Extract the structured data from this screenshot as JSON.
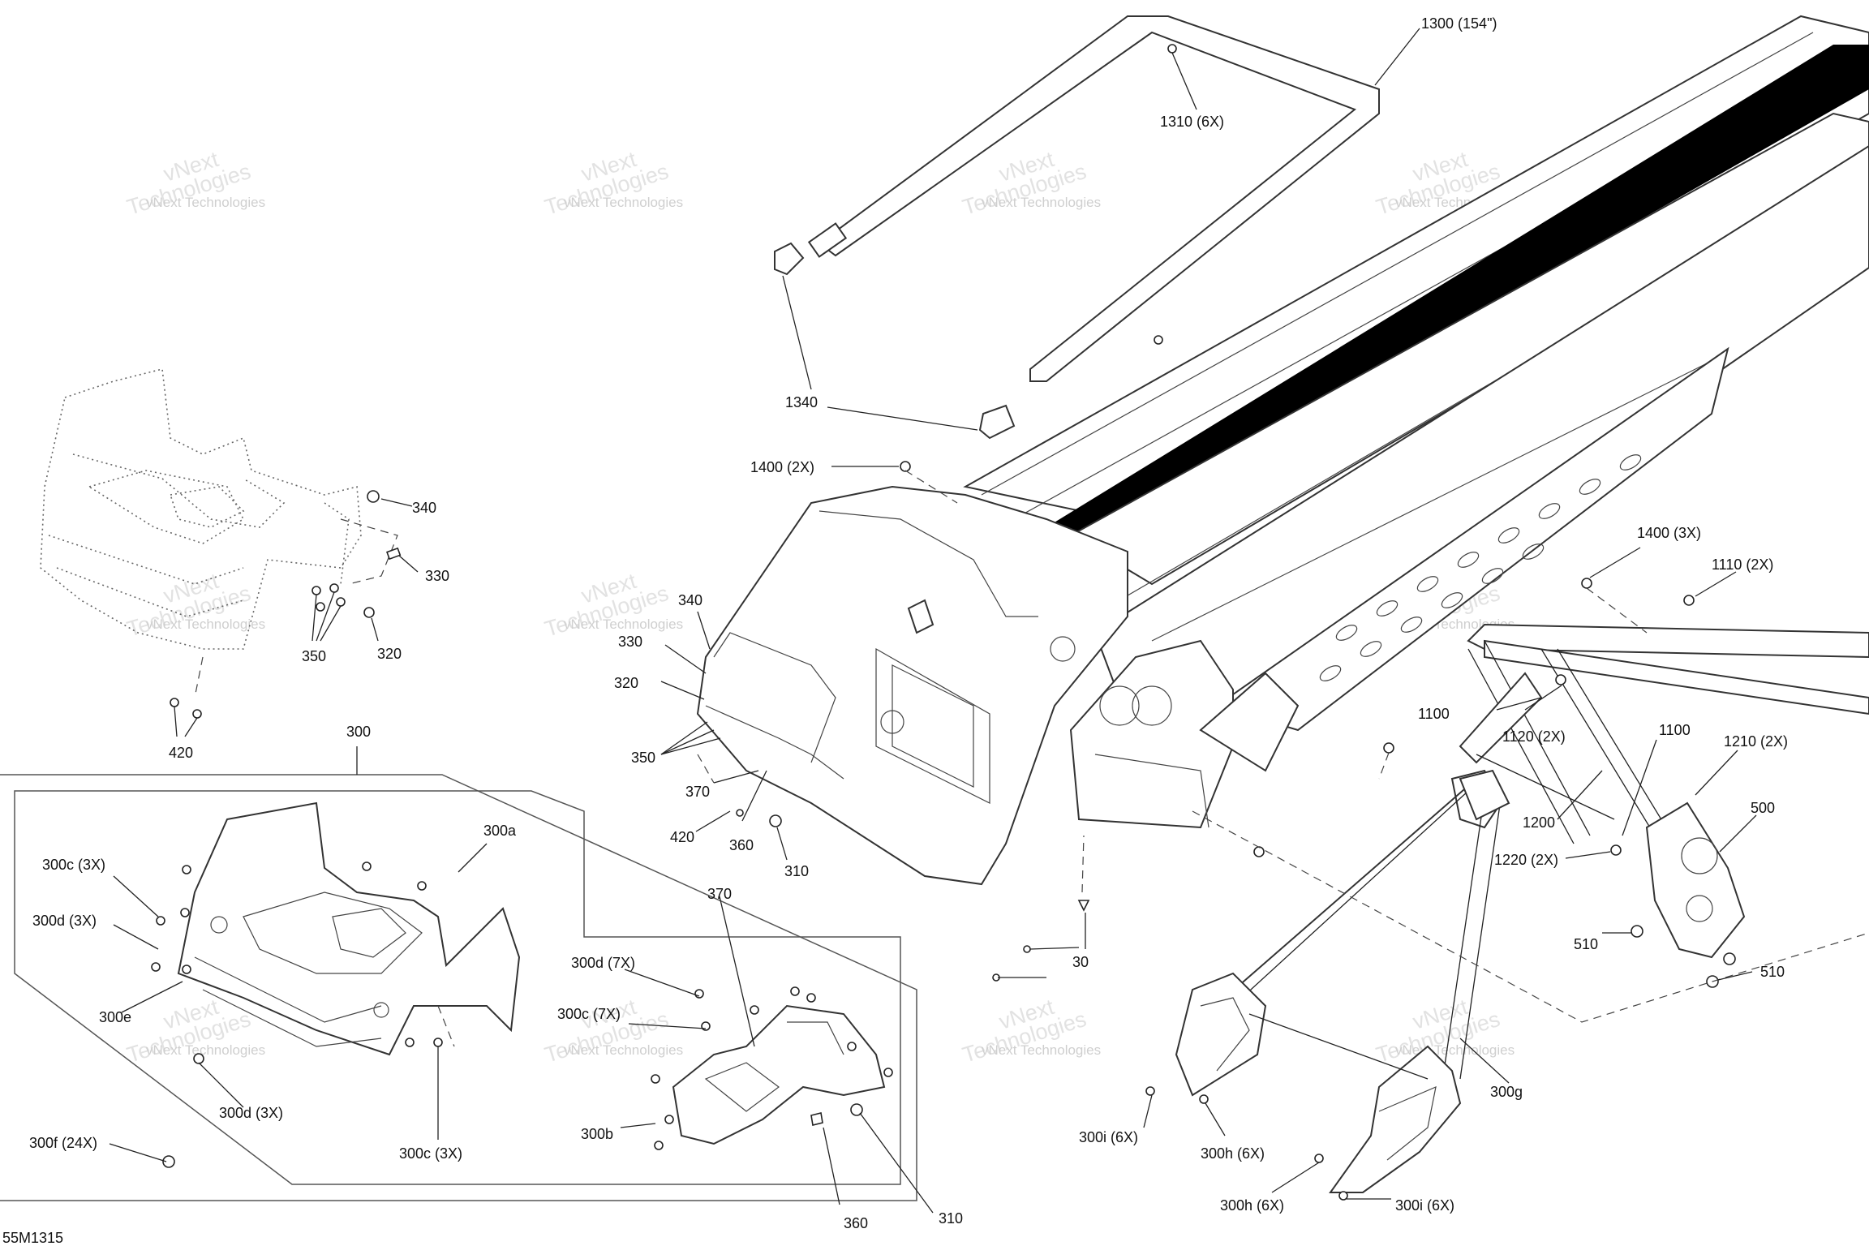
{
  "labels": [
    {
      "id": "1300-154",
      "text": "1300 (154\")"
    },
    {
      "id": "1310-6x",
      "text": "1310 (6X)"
    },
    {
      "id": "1340",
      "text": "1340"
    },
    {
      "id": "1400-2x",
      "text": "1400 (2X)"
    },
    {
      "id": "1400-3x",
      "text": "1400 (3X)"
    },
    {
      "id": "1110-2x",
      "text": "1110 (2X)"
    },
    {
      "id": "1100-a",
      "text": "1100"
    },
    {
      "id": "1100-b",
      "text": "1100"
    },
    {
      "id": "1120-2x",
      "text": "1120 (2X)"
    },
    {
      "id": "1210-2x",
      "text": "1210 (2X)"
    },
    {
      "id": "1200",
      "text": "1200"
    },
    {
      "id": "500",
      "text": "500"
    },
    {
      "id": "1220-2x",
      "text": "1220 (2X)"
    },
    {
      "id": "510-a",
      "text": "510"
    },
    {
      "id": "510-b",
      "text": "510"
    },
    {
      "id": "30",
      "text": "30"
    },
    {
      "id": "340-a",
      "text": "340"
    },
    {
      "id": "330-a",
      "text": "330"
    },
    {
      "id": "350-a",
      "text": "350"
    },
    {
      "id": "320-a",
      "text": "320"
    },
    {
      "id": "420-a",
      "text": "420"
    },
    {
      "id": "340-b",
      "text": "340"
    },
    {
      "id": "330-b",
      "text": "330"
    },
    {
      "id": "320-b",
      "text": "320"
    },
    {
      "id": "350-b",
      "text": "350"
    },
    {
      "id": "370-a",
      "text": "370"
    },
    {
      "id": "420-b",
      "text": "420"
    },
    {
      "id": "360-a",
      "text": "360"
    },
    {
      "id": "310-a",
      "text": "310"
    },
    {
      "id": "300",
      "text": "300"
    },
    {
      "id": "300a",
      "text": "300a"
    },
    {
      "id": "300c-3x-a",
      "text": "300c (3X)"
    },
    {
      "id": "300d-3x-a",
      "text": "300d (3X)"
    },
    {
      "id": "300e",
      "text": "300e"
    },
    {
      "id": "300d-3x-b",
      "text": "300d (3X)"
    },
    {
      "id": "300c-3x-b",
      "text": "300c (3X)"
    },
    {
      "id": "300f-24x",
      "text": "300f (24X)"
    },
    {
      "id": "370-b",
      "text": "370"
    },
    {
      "id": "300d-7x",
      "text": "300d (7X)"
    },
    {
      "id": "300c-7x",
      "text": "300c (7X)"
    },
    {
      "id": "300b",
      "text": "300b"
    },
    {
      "id": "360-b",
      "text": "360"
    },
    {
      "id": "310-b",
      "text": "310"
    },
    {
      "id": "300g",
      "text": "300g"
    },
    {
      "id": "300i-6x-a",
      "text": "300i (6X)"
    },
    {
      "id": "300h-6x-a",
      "text": "300h (6X)"
    },
    {
      "id": "300h-6x-b",
      "text": "300h (6X)"
    },
    {
      "id": "300i-6x-b",
      "text": "300i (6X)"
    }
  ],
  "watermark": {
    "line1": "vNext Technologies",
    "line2": "Technologies",
    "line3": "vNext"
  },
  "diagram_code": "55M1315"
}
